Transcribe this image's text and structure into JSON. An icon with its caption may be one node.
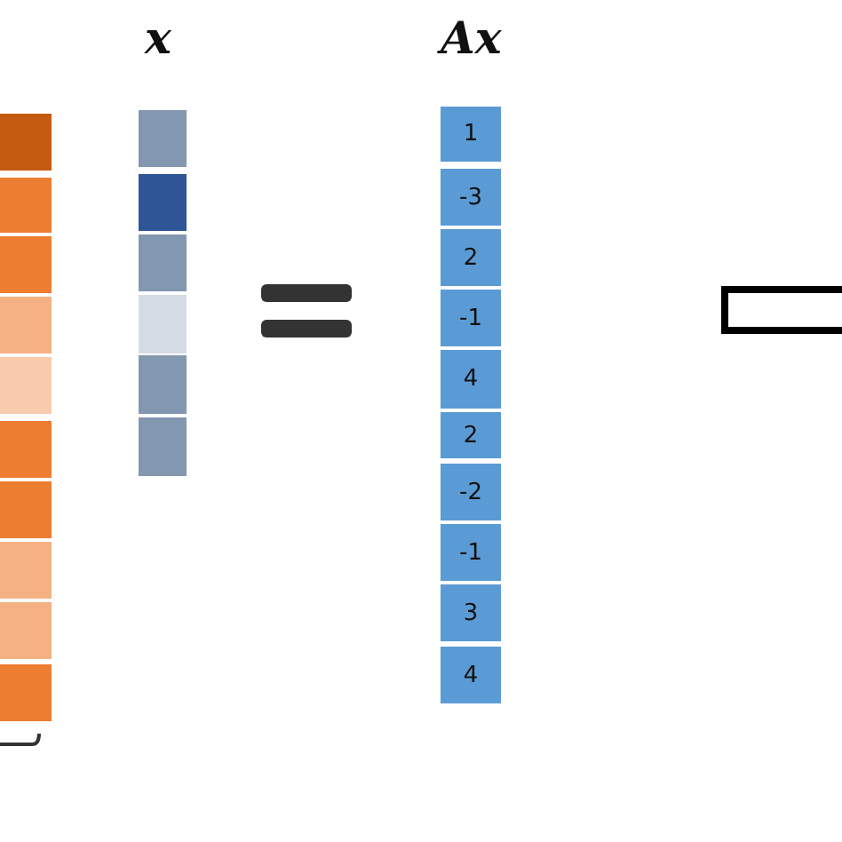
{
  "diagram": {
    "nodes": [
      {
        "text": [
          "1"
        ]
      },
      {
        "text": [
          "-3"
        ]
      },
      {
        "text": [
          "2"
        ]
      },
      {
        "text": [
          "-1"
        ]
      },
      {
        "text": [
          "4"
        ]
      },
      {
        "text": [
          "2"
        ]
      },
      {
        "text": [
          "-2"
        ]
      },
      {
        "text": [
          "-1"
        ]
      },
      {
        "text": [
          "3"
        ]
      },
      {
        "text": [
          "4"
        ]
      }
    ],
    "labels": [
      "x",
      "Ax"
    ]
  }
}
